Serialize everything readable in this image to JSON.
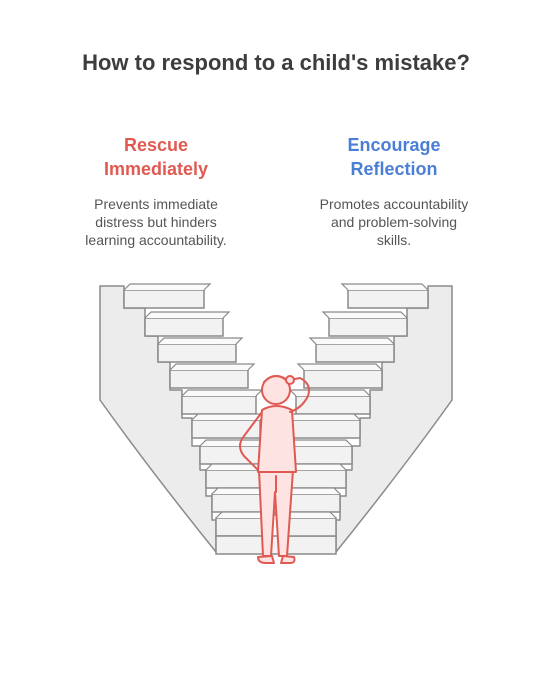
{
  "title": "How to respond to a child's mistake?",
  "options": [
    {
      "title_lines": [
        "Rescue",
        "Immediately"
      ],
      "description_lines": [
        "Prevents immediate",
        "distress but hinders",
        "learning accountability."
      ],
      "color": "#e05a53"
    },
    {
      "title_lines": [
        "Encourage",
        "Reflection"
      ],
      "description_lines": [
        "Promotes accountability",
        "and problem-solving",
        "skills."
      ],
      "color": "#4b7fd6"
    }
  ],
  "illustration": {
    "icon": "person-at-crossroads-staircases",
    "figure_color": "#e05a53",
    "stair_color": "#f2f2f2",
    "stroke_color": "#8a8a8a"
  }
}
